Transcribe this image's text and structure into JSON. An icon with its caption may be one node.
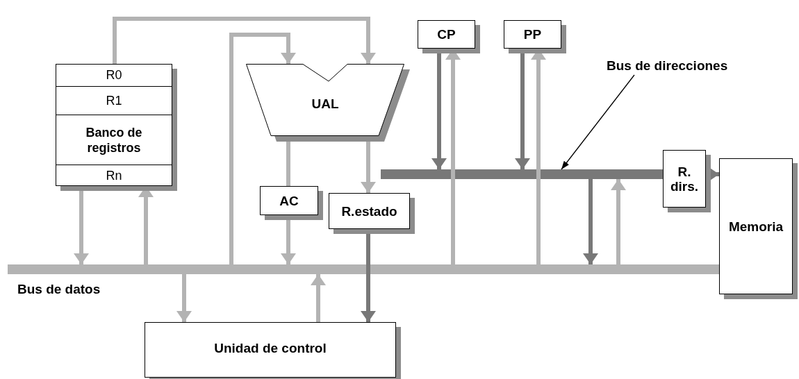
{
  "diagram": {
    "nodes": [
      {
        "text": [
          "R0",
          "R1",
          "Banco de registros",
          "Rn"
        ]
      },
      {
        "text": [
          "UAL"
        ]
      },
      {
        "text": [
          "AC"
        ]
      },
      {
        "text": [
          "R.estado"
        ]
      },
      {
        "text": [
          "CP"
        ]
      },
      {
        "text": [
          "PP"
        ]
      },
      {
        "text": [
          "R. dirs."
        ]
      },
      {
        "text": [
          "Memoria"
        ]
      },
      {
        "text": [
          "Unidad de control"
        ]
      },
      {
        "text": [],
        "shape": "bar",
        "beside": [
          "Bus de datos"
        ]
      },
      {
        "text": [],
        "shape": "bar"
      },
      {
        "text": [
          "Bus de direcciones"
        ]
      }
    ],
    "edges": [
      {
        "from": 0,
        "to": 1,
        "arrow": "to"
      },
      {
        "from": 9,
        "to": 1,
        "arrow": "to"
      },
      {
        "from": 0,
        "to": 9,
        "arrow": "to"
      },
      {
        "from": 9,
        "to": 0,
        "arrow": "to"
      },
      {
        "from": 1,
        "to": 2,
        "arrow": "none"
      },
      {
        "from": 1,
        "to": 3,
        "arrow": "to"
      },
      {
        "from": 2,
        "to": 9,
        "arrow": "to"
      },
      {
        "from": 3,
        "to": 8,
        "arrow": "to",
        "color": "#787878"
      },
      {
        "from": 9,
        "to": 8,
        "arrow": "to"
      },
      {
        "from": 8,
        "to": 9,
        "arrow": "to"
      },
      {
        "from": 4,
        "to": 10,
        "arrow": "to",
        "color": "#787878"
      },
      {
        "from": 9,
        "to": 4,
        "arrow": "to"
      },
      {
        "from": 5,
        "to": 10,
        "arrow": "to",
        "color": "#787878"
      },
      {
        "from": 9,
        "to": 5,
        "arrow": "to"
      },
      {
        "from": 10,
        "to": 9,
        "arrow": "to",
        "color": "#787878"
      },
      {
        "from": 9,
        "to": 10,
        "arrow": "to"
      },
      {
        "from": 6,
        "to": 7,
        "arrow": "to",
        "color": "#787878"
      },
      {
        "from": 11,
        "to": 10,
        "arrow": "to",
        "color": "#000000"
      }
    ]
  }
}
